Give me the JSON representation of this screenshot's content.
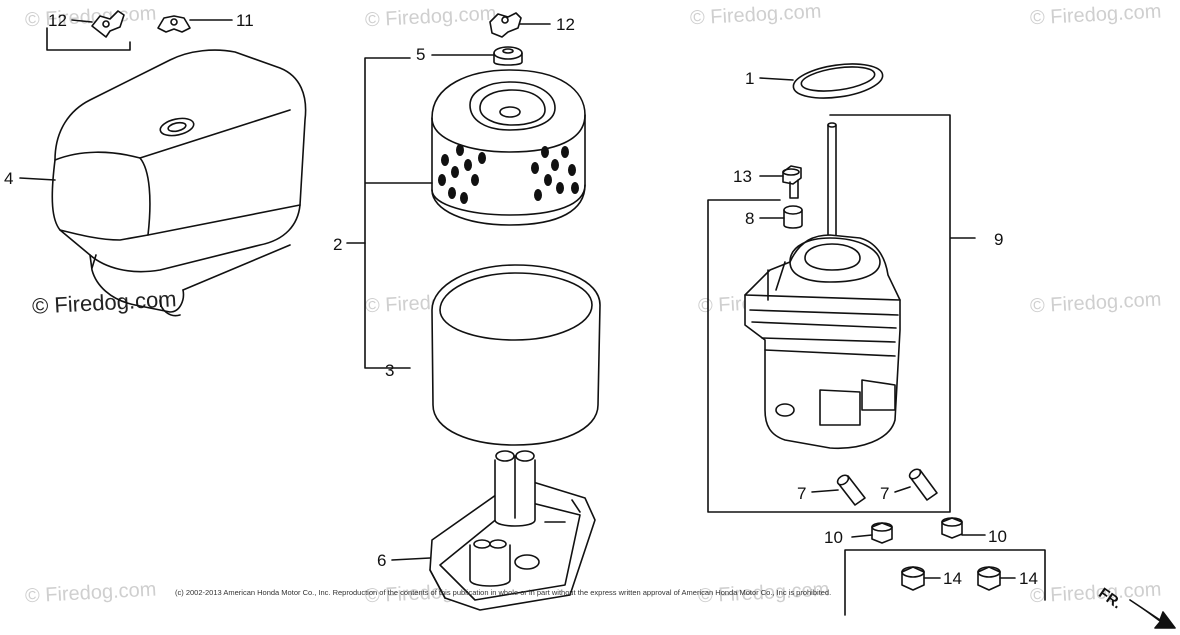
{
  "callouts": {
    "c12a": "12",
    "c11": "11",
    "c12b": "12",
    "c5": "5",
    "c4": "4",
    "c2": "2",
    "c3": "3",
    "c6": "6",
    "c1": "1",
    "c13": "13",
    "c8": "8",
    "c9": "9",
    "c7a": "7",
    "c7b": "7",
    "c10a": "10",
    "c10b": "10",
    "c14a": "14",
    "c14b": "14"
  },
  "watermark": "© Firedog.com",
  "copyright": "(c) 2002-2013 American Honda Motor Co., Inc. Reproduction of the contents of this publication in whole or in part without the express written approval of American Honda Motor Co., Inc is prohibited.",
  "direction_label": "FR."
}
